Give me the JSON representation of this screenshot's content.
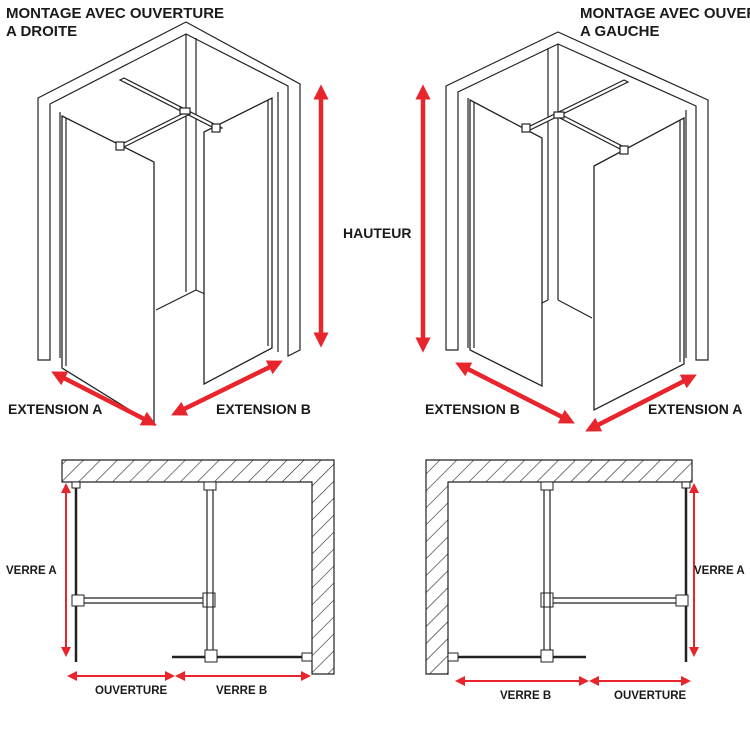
{
  "left": {
    "title_line1": "MONTAGE AVEC OUVERTURE",
    "title_line2": "A DROITE",
    "label_extension_a": "EXTENSION A",
    "label_extension_b": "EXTENSION B",
    "label_verre_a": "VERRE A",
    "label_ouverture": "OUVERTURE",
    "label_verre_b": "VERRE B"
  },
  "right": {
    "title_line1": "MONTAGE AVEC OUVERTURE",
    "title_line2": "A GAUCHE",
    "label_extension_b": "EXTENSION B",
    "label_extension_a": "EXTENSION A",
    "label_verre_a": "VERRE A",
    "label_verre_b": "VERRE B",
    "label_ouverture": "OUVERTURE"
  },
  "label_hauteur": "HAUTEUR",
  "colors": {
    "dimension_arrow": "#e8242c",
    "line": "#222222"
  }
}
